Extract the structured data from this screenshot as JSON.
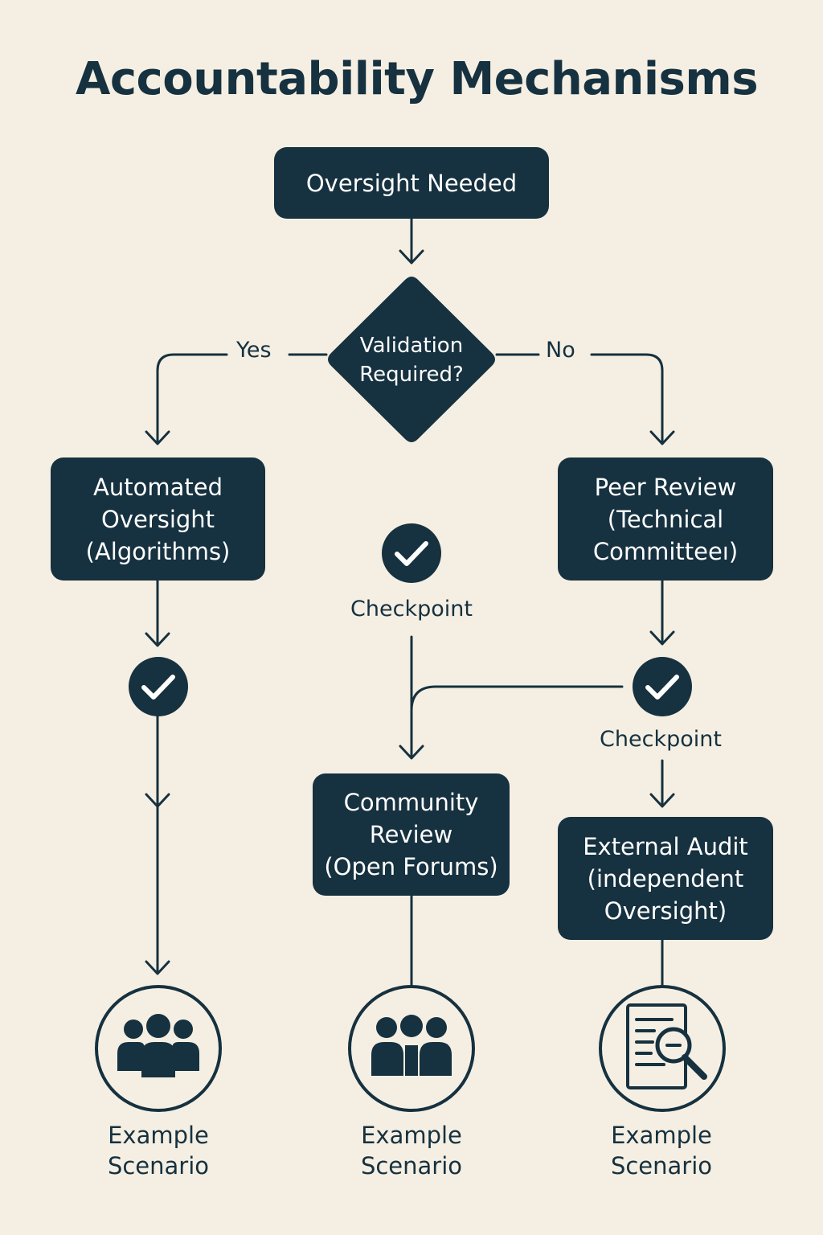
{
  "title": "Accountability Mechanisms",
  "colors": {
    "background": "#f5efe3",
    "node": "#16313f",
    "node_text": "#ffffff"
  },
  "nodes": {
    "start": {
      "lines": [
        "Oversight Needed"
      ]
    },
    "decision": {
      "lines": [
        "Validation",
        "Required?"
      ]
    },
    "automated": {
      "lines": [
        "Automated",
        "Oversight",
        "(Algorithms)"
      ]
    },
    "peer": {
      "lines": [
        "Peer Review",
        "(Technical",
        "Committeeı)"
      ]
    },
    "community": {
      "lines": [
        "Community",
        "Review",
        "(Open Forums)"
      ]
    },
    "audit": {
      "lines": [
        "External Audit",
        "(independent",
        "Oversight)"
      ]
    }
  },
  "edge_labels": {
    "yes": "Yes",
    "no": "No"
  },
  "checkpoints": {
    "center": "Checkpoint",
    "right": "Checkpoint"
  },
  "scenarios": {
    "left": {
      "lines": [
        "Example",
        "Scenario"
      ],
      "icon": "group-people-icon"
    },
    "center": {
      "lines": [
        "Example",
        "Scenario"
      ],
      "icon": "group-people-icon"
    },
    "right": {
      "lines": [
        "Example",
        "Scenario"
      ],
      "icon": "document-search-icon"
    }
  }
}
